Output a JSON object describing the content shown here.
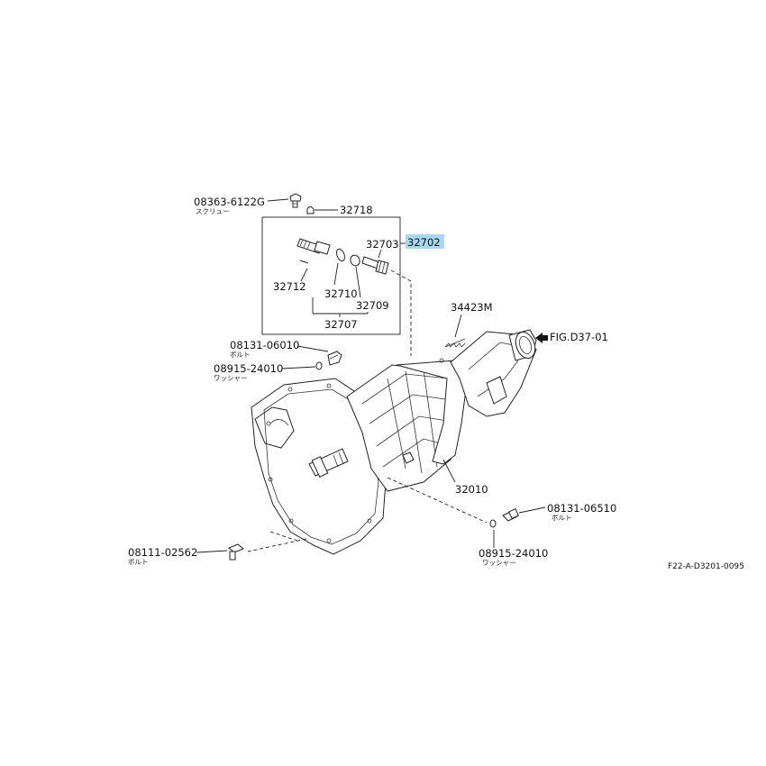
{
  "diagram": {
    "labels": {
      "screw_part": "08363-6122G",
      "screw_kana": "スクリュー",
      "p32718": "32718",
      "p32703": "32703",
      "p32702": "32702",
      "p32712": "32712",
      "p32710": "32710",
      "p32709": "32709",
      "p32707": "32707",
      "p34423m": "34423M",
      "fig_ref": "FIG.D37-01",
      "bolt1_part": "08131-06010",
      "bolt1_kana": "ボルト",
      "washer1_part": "08915-24010",
      "washer1_kana": "ワッシャー",
      "p32010": "32010",
      "bolt2_part": "08131-06510",
      "bolt2_kana": "ボルト",
      "washer2_part": "08915-24010",
      "washer2_kana": "ワッシャー",
      "bolt3_part": "08111-02562",
      "bolt3_kana": "ボルト",
      "figure_code": "F22-A-D3201-0095"
    },
    "highlight_color": "#a8d8f0"
  }
}
